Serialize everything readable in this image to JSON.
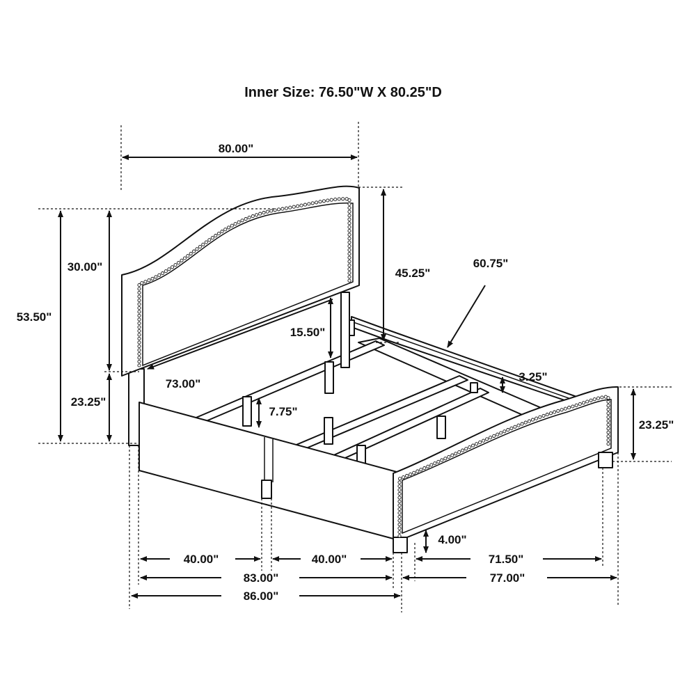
{
  "title": "Inner Size: 76.50\"W X 80.25\"D",
  "dimensions": {
    "headboard_width": "80.00\"",
    "headboard_panel_height": "30.00\"",
    "overall_height": "53.50\"",
    "headboard_leg_height": "23.25\"",
    "post_height": "45.25\"",
    "side_rail_length": "60.75\"",
    "rail_height": "15.50\"",
    "inner_width": "73.00\"",
    "slat_gap": "7.75\"",
    "rail_thickness": "3.25\"",
    "footboard_height": "23.25\"",
    "leg_height": "4.00\"",
    "half_width_left": "40.00\"",
    "half_width_right": "40.00\"",
    "width_83": "83.00\"",
    "width_86": "86.00\"",
    "length_715": "71.50\"",
    "length_77": "77.00\""
  },
  "colors": {
    "line": "#111111",
    "background": "#ffffff"
  }
}
